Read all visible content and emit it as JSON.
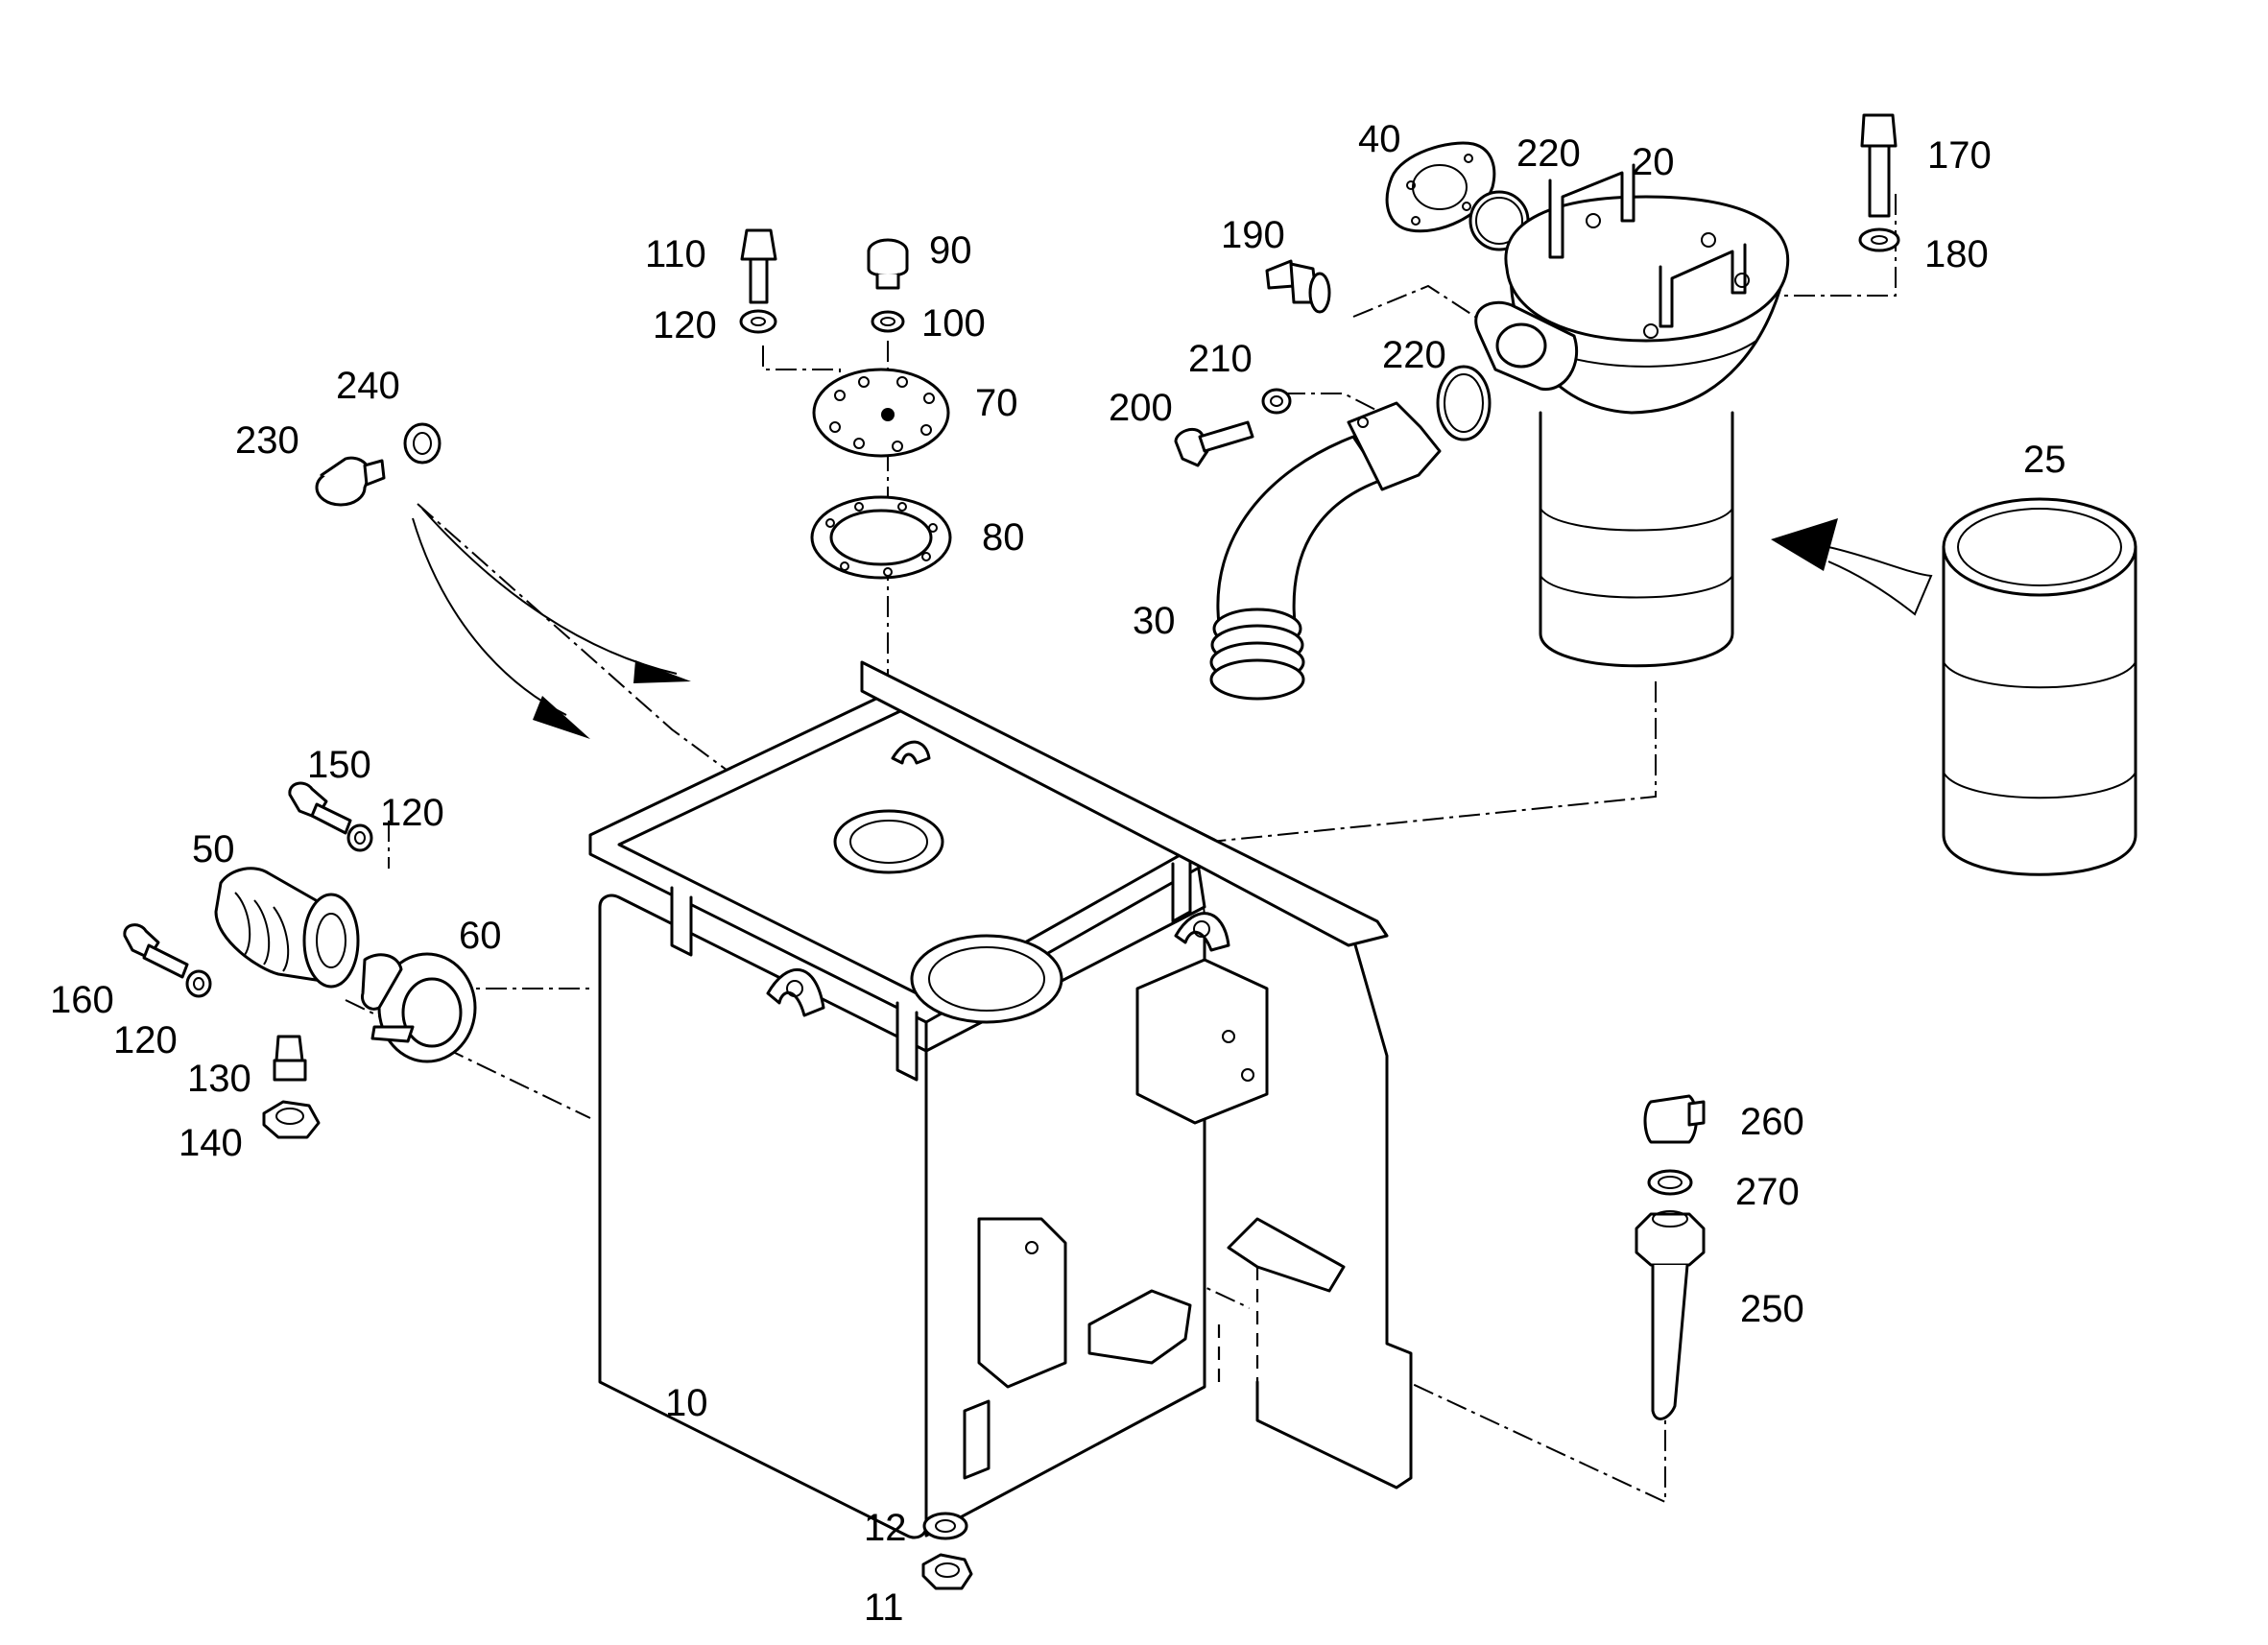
{
  "callouts": {
    "c10": "10",
    "c11": "11",
    "c12": "12",
    "c20": "20",
    "c25": "25",
    "c30": "30",
    "c40": "40",
    "c50": "50",
    "c60": "60",
    "c70": "70",
    "c80": "80",
    "c90": "90",
    "c100": "100",
    "c110": "110",
    "c120a": "120",
    "c120b": "120",
    "c120c": "120",
    "c130": "130",
    "c140": "140",
    "c150": "150",
    "c160": "160",
    "c170": "170",
    "c180": "180",
    "c190": "190",
    "c200": "200",
    "c210": "210",
    "c220a": "220",
    "c220b": "220",
    "c230": "230",
    "c240": "240",
    "c250": "250",
    "c260": "260",
    "c270": "270"
  }
}
